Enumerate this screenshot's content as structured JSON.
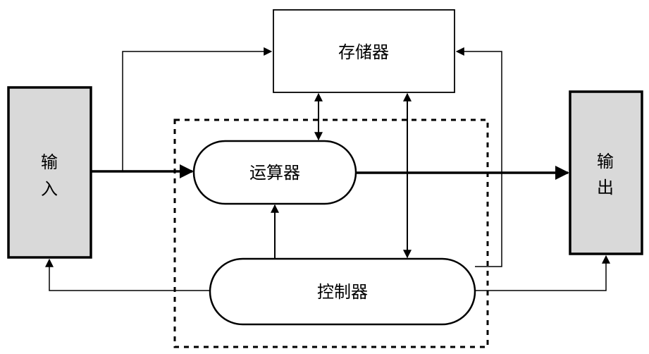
{
  "nodes": {
    "input": {
      "label_line1": "输",
      "label_line2": "入"
    },
    "output": {
      "label_line1": "输",
      "label_line2": "出"
    },
    "memory": {
      "label": "存储器"
    },
    "alu": {
      "label": "运算器"
    },
    "controller": {
      "label": "控制器"
    }
  },
  "colors": {
    "io_fill": "#d9d9d9",
    "stroke": "#000000",
    "background": "#ffffff"
  }
}
